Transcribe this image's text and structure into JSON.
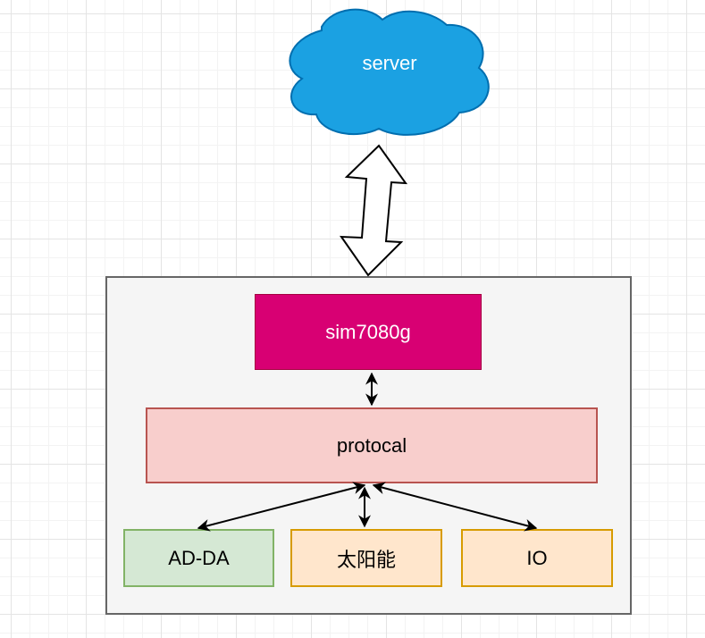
{
  "diagram": {
    "cloud": {
      "label": "server",
      "fill": "#1ba1e2",
      "stroke": "#006eaf"
    },
    "container": {
      "fill": "#f5f5f5",
      "stroke": "#666666"
    },
    "nodes": {
      "sim": {
        "label": "sim7080g",
        "fill": "#d80073",
        "stroke": "#a50040"
      },
      "protocol": {
        "label": "protocal",
        "fill": "#f8cecc",
        "stroke": "#b85450"
      },
      "adda": {
        "label": "AD-DA",
        "fill": "#d5e8d4",
        "stroke": "#82b366"
      },
      "solar": {
        "label": "太阳能",
        "fill": "#ffe6cc",
        "stroke": "#d79b00"
      },
      "io": {
        "label": "IO",
        "fill": "#ffe6cc",
        "stroke": "#d79b00"
      }
    },
    "edges": [
      {
        "from": "server",
        "to": "container",
        "type": "bidirectional-block-arrow"
      },
      {
        "from": "sim7080g",
        "to": "protocal",
        "type": "bidirectional"
      },
      {
        "from": "protocal",
        "to": "AD-DA",
        "type": "bidirectional"
      },
      {
        "from": "protocal",
        "to": "太阳能",
        "type": "bidirectional"
      },
      {
        "from": "protocal",
        "to": "IO",
        "type": "bidirectional"
      }
    ]
  }
}
